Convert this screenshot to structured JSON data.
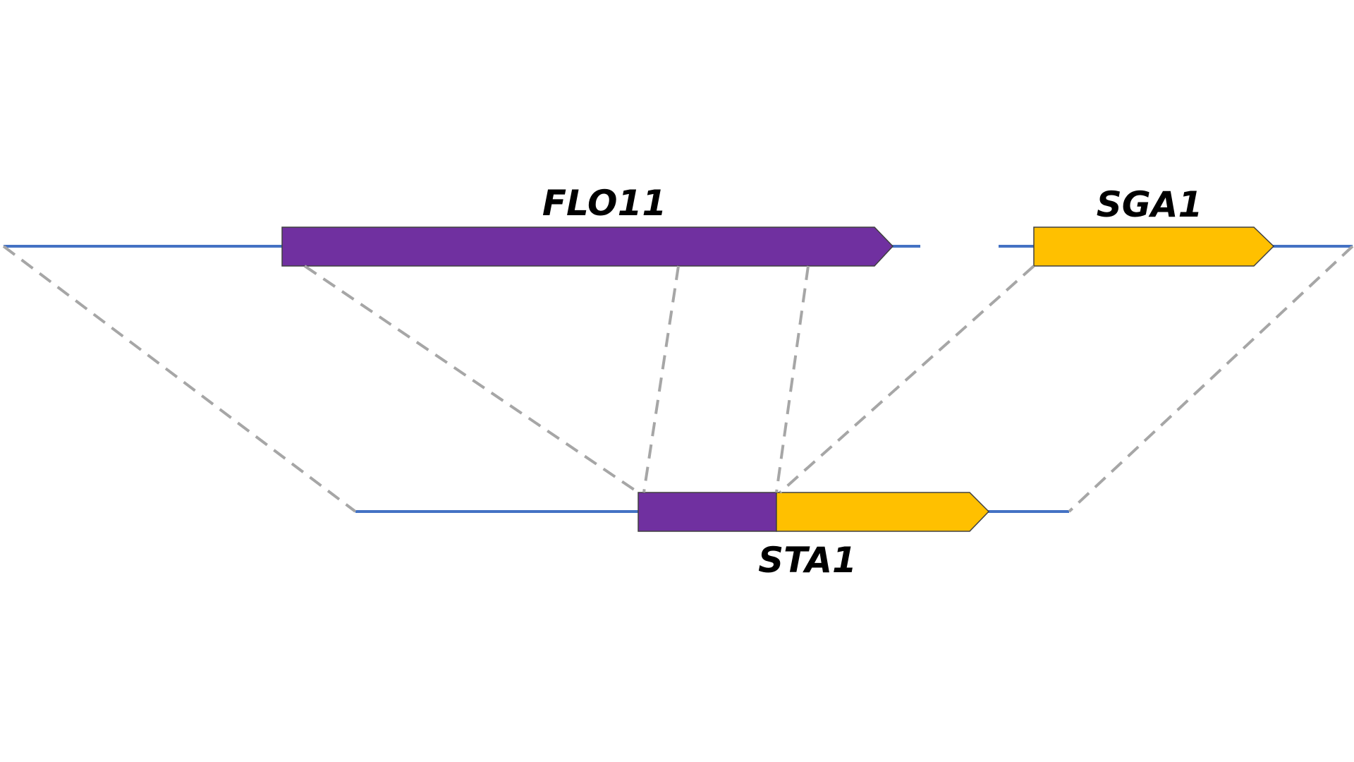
{
  "colors": {
    "background": "#ffffff",
    "dna_line": "#4472c4",
    "flo11_fill": "#7030a0",
    "sga1_fill": "#ffc000",
    "gene_outline": "#404040",
    "mapping_dash": "#a6a6a6"
  },
  "genes": {
    "flo11": {
      "label": "FLO11"
    },
    "sga1": {
      "label": "SGA1"
    },
    "sta1": {
      "label": "STA1"
    }
  }
}
